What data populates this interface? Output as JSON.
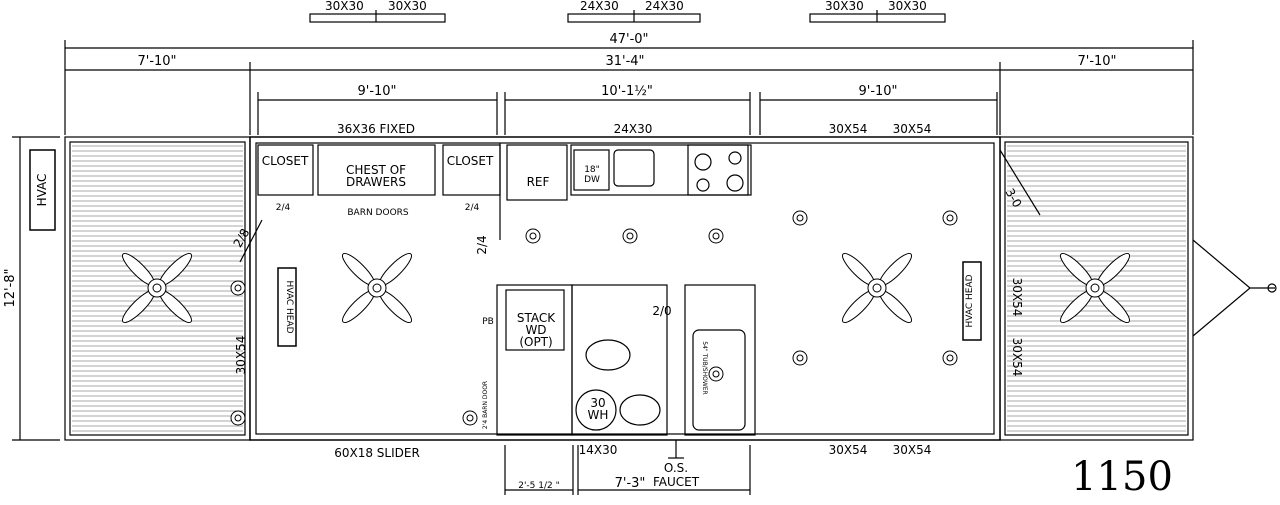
{
  "plan_number": "1150",
  "top_windows": [
    "30X30",
    "30X30",
    "24X30",
    "24X30",
    "30X30",
    "30X30"
  ],
  "dimensions": {
    "overall": "47'-0\"",
    "left_porch": "7'-10\"",
    "main": "31'-4\"",
    "right_porch": "7'-10\"",
    "room_left": "9'-10\"",
    "room_center": "10'-1½\"",
    "room_right": "9'-10\"",
    "depth": "12'-8\"",
    "laundry_width": "2'-5 1/2 \"",
    "bath_width": "7'-3\""
  },
  "labels": {
    "hvac": "HVAC",
    "hvac_head": "HVAC HEAD",
    "closet": "CLOSET",
    "chest": [
      "CHEST OF",
      "DRAWERS"
    ],
    "barn_doors": "BARN DOORS",
    "door_2_4": "2/4",
    "door_2_8": "2/8",
    "door_3_0": "3-0",
    "door_2_0": "2/0",
    "ref": "REF",
    "dw": [
      "18\"",
      "DW"
    ],
    "stack": [
      "STACK",
      "WD",
      "(OPT)"
    ],
    "pb": "PB",
    "wh": [
      "30",
      "WH"
    ],
    "barn_door_24": "2'4 BARN DOOR",
    "tub": "54\" TUB/SHOWER",
    "window_fixed": "36X36 FIXED",
    "window_kitchen": "24X30",
    "window_30x54": "30X54",
    "window_14x30": "14X30",
    "slider": "60X18 SLIDER",
    "os_faucet": [
      "O.S.",
      "FAUCET"
    ]
  }
}
